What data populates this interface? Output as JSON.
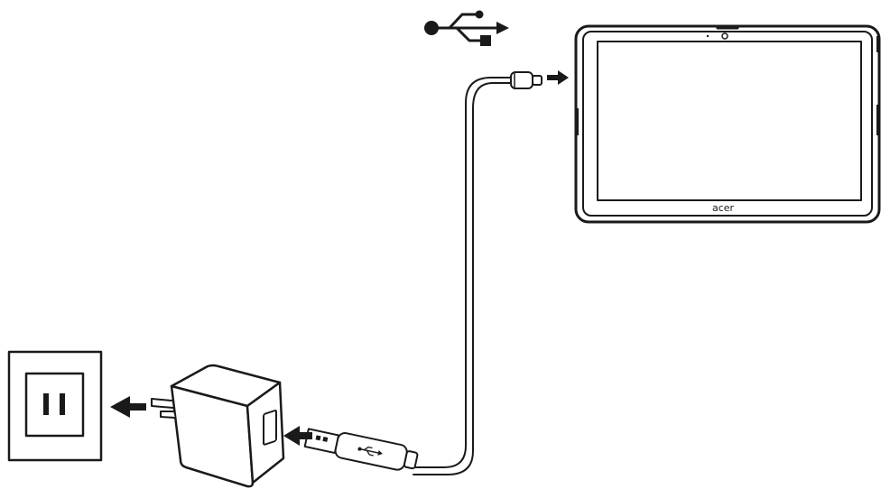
{
  "diagram": {
    "steps": [
      {
        "id": "wall-outlet",
        "direction": "left"
      },
      {
        "id": "power-adapter",
        "direction": "left"
      },
      {
        "id": "usb-cable",
        "direction": "right"
      },
      {
        "id": "tablet",
        "direction": "right"
      }
    ],
    "tablet": {
      "brand_label": "acer"
    },
    "icons": [
      "usb-symbol-icon",
      "arrow-left-icon",
      "arrow-right-icon"
    ],
    "colors": {
      "line": "#1a1a1a",
      "background": "#ffffff"
    }
  }
}
